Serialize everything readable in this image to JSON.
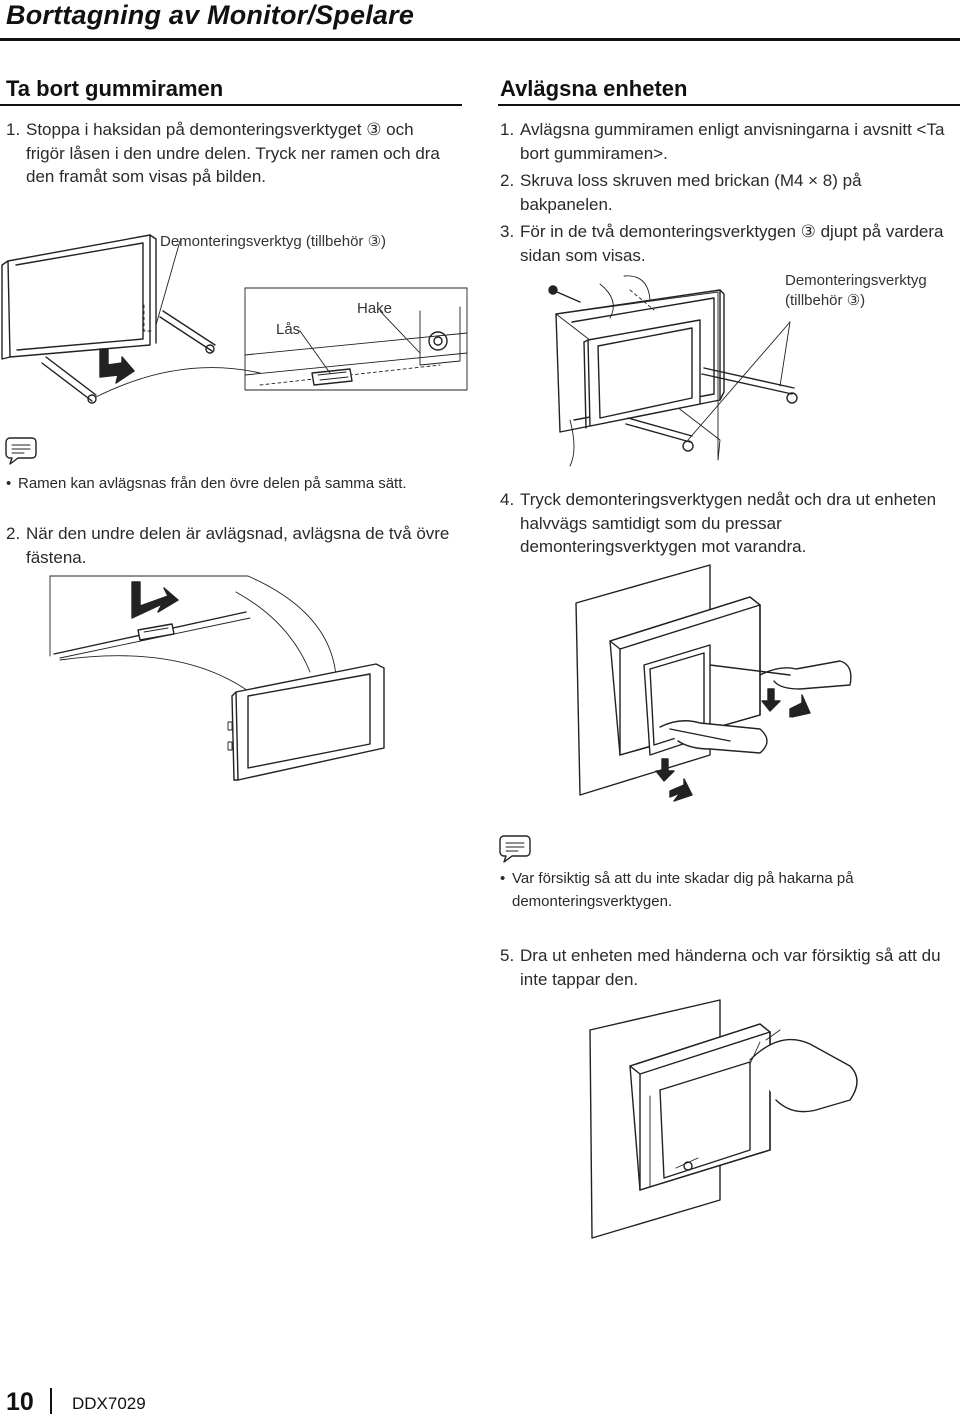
{
  "page": {
    "title": "Borttagning av Monitor/Spelare",
    "page_number": "10",
    "model": "DDX7029"
  },
  "left": {
    "section_title": "Ta bort gummiramen",
    "step1": {
      "num": "1.",
      "text": "Stoppa i haksidan på demonteringsverktyget ③ och frigör låsen i den undre delen. Tryck ner ramen och dra den framåt som visas på bilden."
    },
    "fig1_labels": {
      "tool": "Demonteringsverktyg (tillbehör ③)",
      "lock": "Lås",
      "hook": "Hake"
    },
    "note": {
      "icon": "note-icon",
      "bullet": "•",
      "text": "Ramen kan avlägsnas från den övre delen på samma sätt."
    },
    "step2": {
      "num": "2.",
      "text": "När den undre delen är avlägsnad, avlägsna de två övre fästena."
    }
  },
  "right": {
    "section_title": "Avlägsna enheten",
    "step1": {
      "num": "1.",
      "text": "Avlägsna gummiramen enligt anvisningarna i avsnitt <Ta bort gummiramen>."
    },
    "step2": {
      "num": "2.",
      "text": "Skruva loss skruven med brickan (M4 × 8) på bakpanelen."
    },
    "step3": {
      "num": "3.",
      "text": "För in de två demonteringsverktygen ③ djupt på vardera sidan som visas."
    },
    "fig3_label": {
      "line1": "Demonteringsverktyg",
      "line2": "(tillbehör ③)"
    },
    "step4": {
      "num": "4.",
      "text": "Tryck demonteringsverktygen nedåt och dra ut enheten halvvägs samtidigt som du pressar demonteringsverktygen mot varandra."
    },
    "note": {
      "icon": "note-icon",
      "bullet": "•",
      "text": "Var försiktig så att du inte skadar dig på hakarna på demonteringsverktygen."
    },
    "step5": {
      "num": "5.",
      "text": "Dra ut enheten med händerna och var försiktig så att du inte tappar den."
    }
  }
}
